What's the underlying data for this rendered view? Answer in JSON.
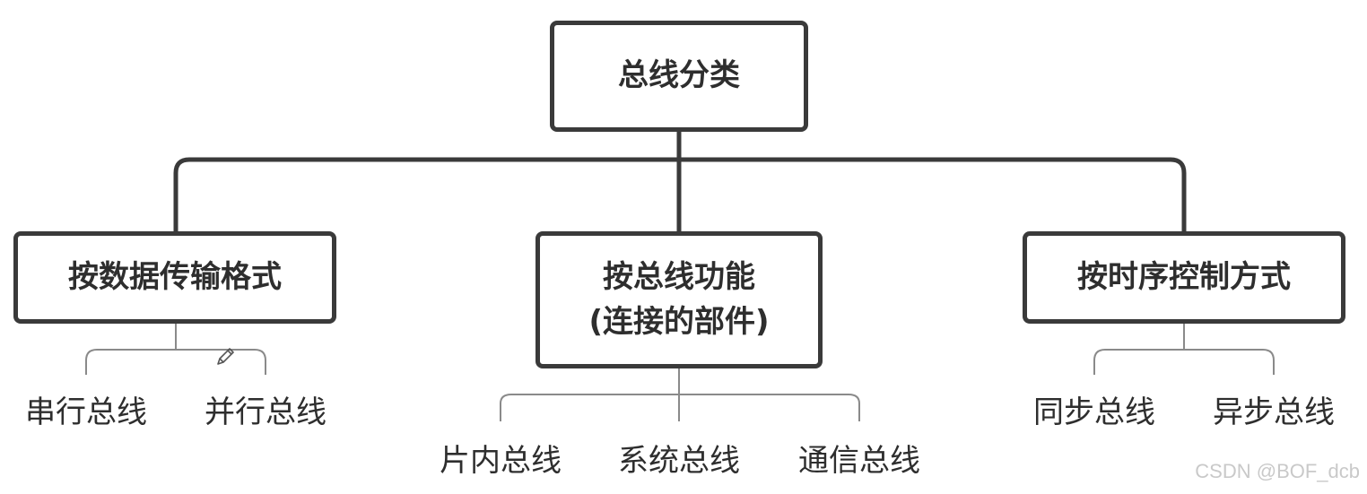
{
  "root": {
    "label": "总线分类"
  },
  "categories": [
    {
      "label_line1": "按数据传输格式",
      "label_line2": ""
    },
    {
      "label_line1": "按总线功能",
      "label_line2": "(连接的部件)"
    },
    {
      "label_line1": "按时序控制方式",
      "label_line2": ""
    }
  ],
  "leaves": {
    "serial": "串行总线",
    "parallel": "并行总线",
    "onchip": "片内总线",
    "system": "系统总线",
    "communication": "通信总线",
    "sync": "同步总线",
    "async": "异步总线"
  },
  "watermark": "CSDN @BOF_dcb",
  "colors": {
    "line": "#3a3a3a",
    "brace": "#8a8a8a",
    "text": "#2e2e2e",
    "watermark": "#c9c9c9"
  },
  "icons": [
    "pencil-icon"
  ]
}
